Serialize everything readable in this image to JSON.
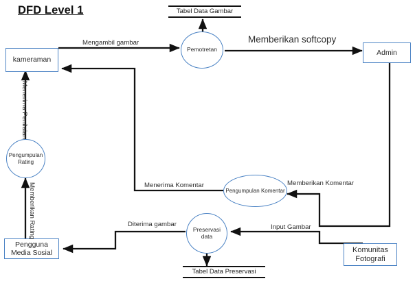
{
  "title": "DFD Level 1",
  "diagram": {
    "type": "data-flow-diagram",
    "level": 1,
    "entities": [
      {
        "id": "kameraman",
        "label": "kameraman"
      },
      {
        "id": "admin",
        "label": "Admin"
      },
      {
        "id": "pengguna_media_sosial",
        "label": "Pengguna Media Sosial"
      },
      {
        "id": "komunitas_fotografi",
        "label": "Komunitas Fotografi"
      }
    ],
    "processes": [
      {
        "id": "pemotretan",
        "label": "Pemotretan"
      },
      {
        "id": "pengumpulan_rating",
        "label": "Pengumpulan Rating"
      },
      {
        "id": "pengumpulan_komentar",
        "label": "Pengumpulan Komentar"
      },
      {
        "id": "preservasi_data",
        "label": "Preservasi data"
      }
    ],
    "datastores": [
      {
        "id": "tabel_data_gambar",
        "label": "Tabel Data Gambar"
      },
      {
        "id": "tabel_data_preservasi",
        "label": "Tabel Data Preservasi"
      }
    ],
    "flows": [
      {
        "id": "mengambil_gambar",
        "label": "Mengambil gambar",
        "from": "kameraman",
        "to": "pemotretan"
      },
      {
        "id": "memberikan_softcopy",
        "label": "Memberikan softcopy",
        "from": "pemotretan",
        "to": "admin"
      },
      {
        "id": "simpan_gambar",
        "label": "",
        "from": "pemotretan",
        "to": "tabel_data_gambar"
      },
      {
        "id": "menerima_penilaian",
        "label": "Menerima Penilaian",
        "from": "pengumpulan_rating",
        "to": "kameraman"
      },
      {
        "id": "memberikan_rating",
        "label": "Memberikan Rating",
        "from": "pengguna_media_sosial",
        "to": "pengumpulan_rating"
      },
      {
        "id": "menerima_komentar",
        "label": "Menerima Komentar",
        "from": "pengumpulan_komentar",
        "to": "kameraman"
      },
      {
        "id": "memberikan_komentar",
        "label": "Memberikan Komentar",
        "from": "komunitas_fotografi",
        "to": "pengumpulan_komentar"
      },
      {
        "id": "input_gambar",
        "label": "Input Gambar",
        "from": "admin",
        "to": "preservasi_data"
      },
      {
        "id": "diterima_gambar",
        "label": "Diterima gambar",
        "from": "preservasi_data",
        "to": "pengguna_media_sosial"
      },
      {
        "id": "simpan_preservasi",
        "label": "",
        "from": "preservasi_data",
        "to": "tabel_data_preservasi"
      }
    ],
    "colors": {
      "shape_border": "#4a82c4",
      "arrow": "#111111",
      "text": "#2b2b2b",
      "background": "#ffffff"
    }
  }
}
